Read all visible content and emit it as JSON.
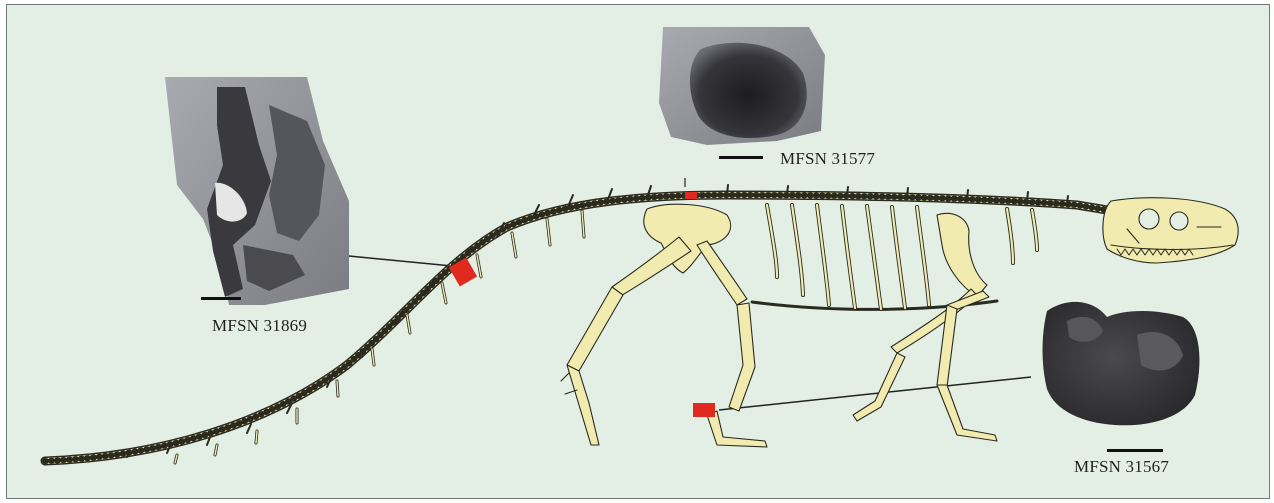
{
  "specimens": [
    {
      "id": "MFSN 31869"
    },
    {
      "id": "MFSN 31577"
    },
    {
      "id": "MFSN 31567"
    }
  ],
  "colors": {
    "background": "#e3efe5",
    "bone": "#f2ebb0",
    "highlight": "#e02a1f"
  }
}
